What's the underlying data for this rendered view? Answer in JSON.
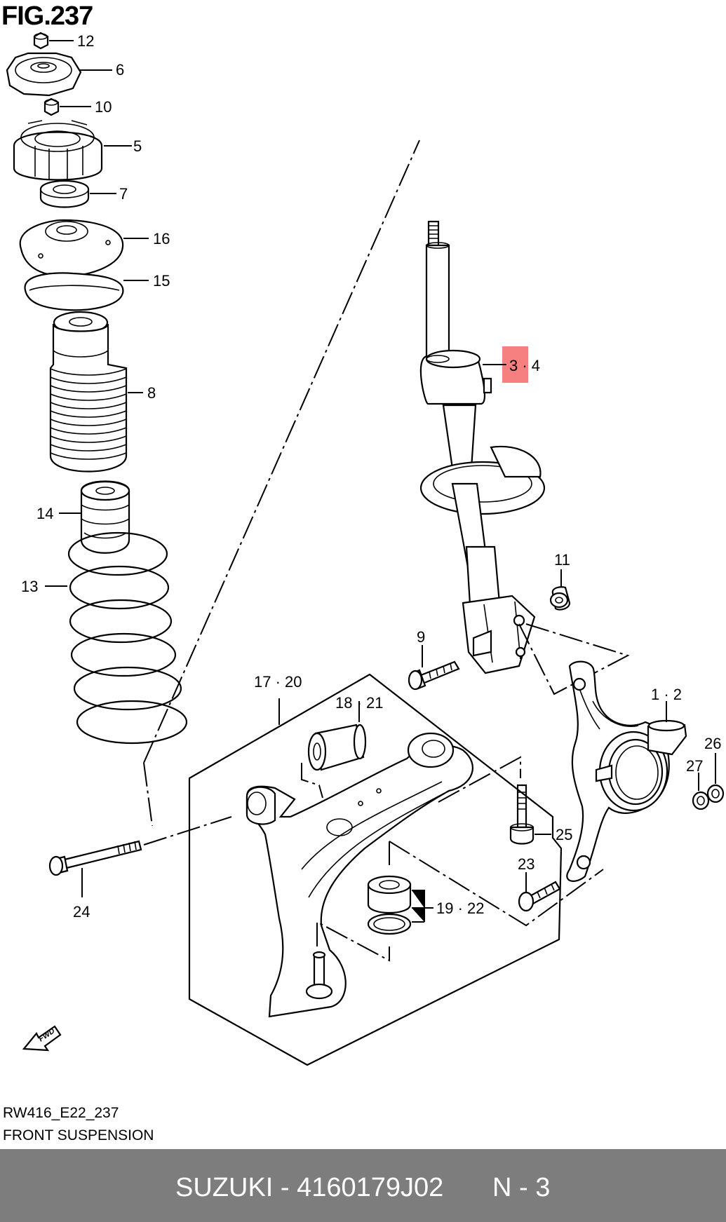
{
  "figure_title": "FIG.237",
  "diagram_code": "RW416_E22_237",
  "diagram_name": "FRONT SUSPENSION",
  "fwd_label": "FWD",
  "highlight_color": "#f46a6a",
  "part_labels": {
    "p12": "12",
    "p6": "6",
    "p10": "10",
    "p5": "5",
    "p7": "7",
    "p16": "16",
    "p15": "15",
    "p8": "8",
    "p14": "14",
    "p13": "13",
    "p3_4": "3 · 4",
    "p11": "11",
    "p9": "9",
    "p1_2": "1 · 2",
    "p17_20": "17 · 20",
    "p18_21": "18 · 21",
    "p26": "26",
    "p27": "27",
    "p25": "25",
    "p23": "23",
    "p24": "24",
    "p19_22": "19 · 22"
  },
  "footer": {
    "brand_part": "SUZUKI - 4160179J02",
    "page": "N - 3"
  }
}
